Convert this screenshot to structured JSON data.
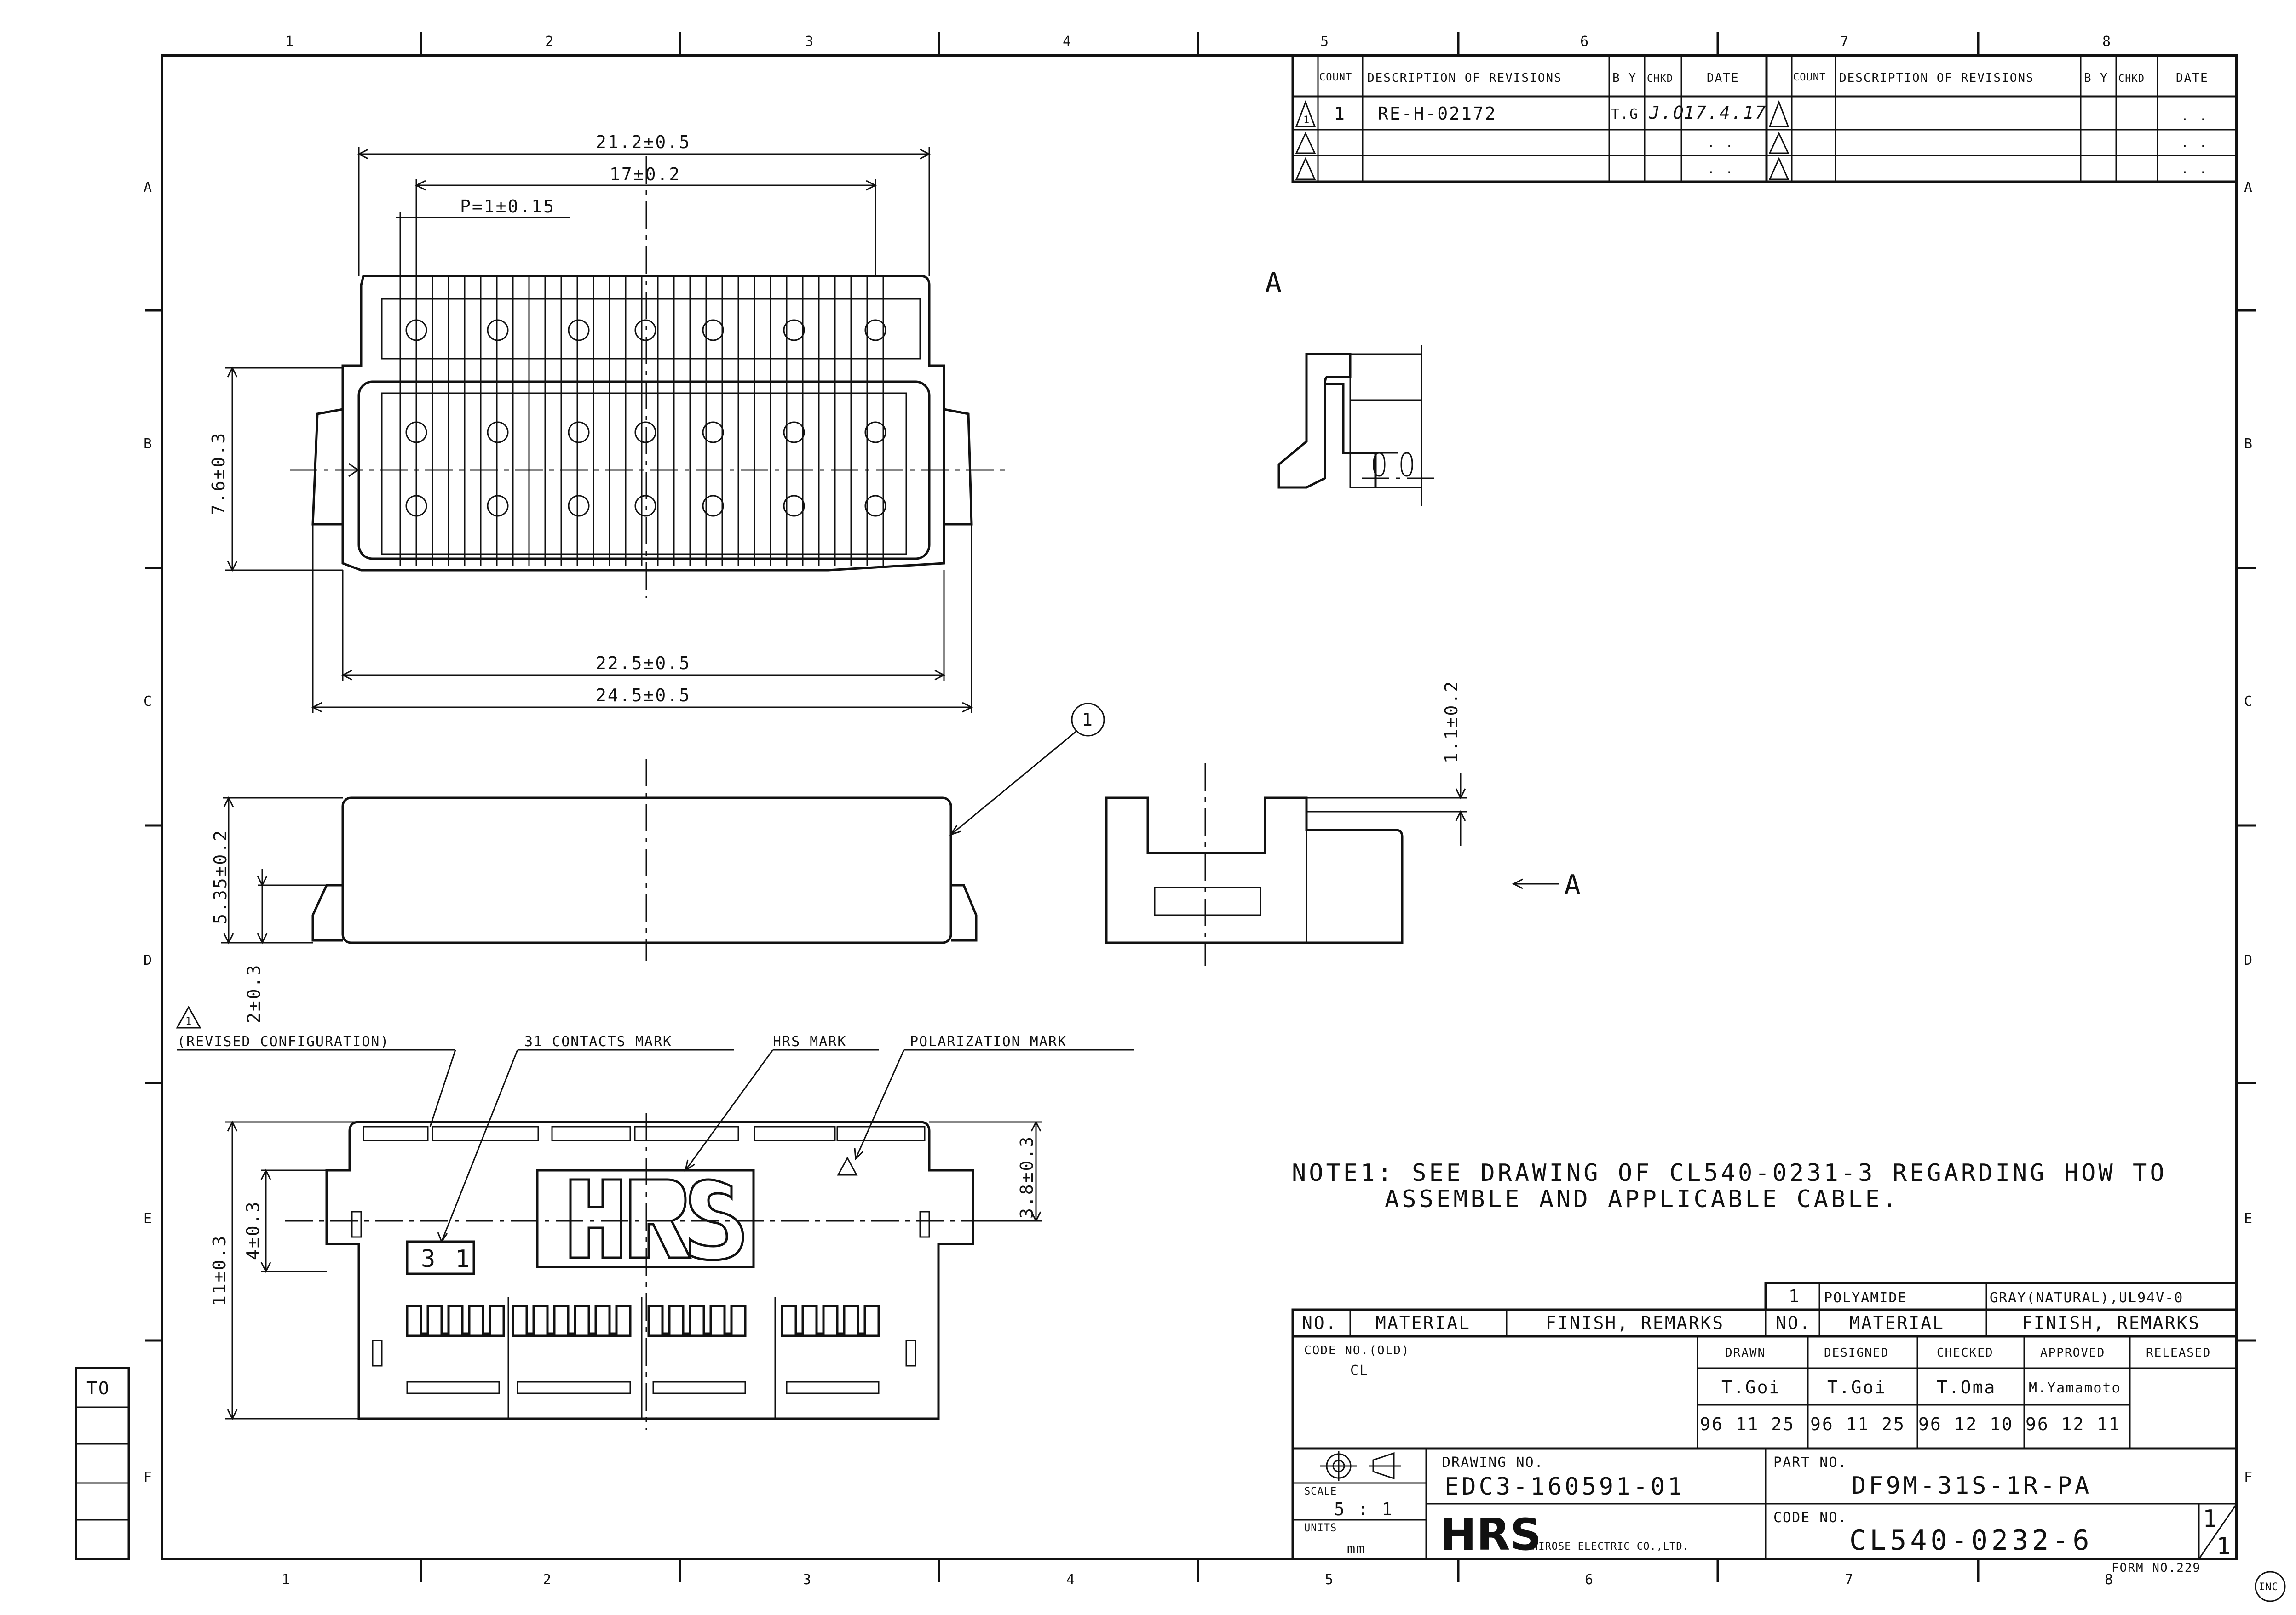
{
  "grid": {
    "columns": [
      "1",
      "2",
      "3",
      "4",
      "5",
      "6",
      "7",
      "8"
    ],
    "rows": [
      "A",
      "B",
      "C",
      "D",
      "E",
      "F"
    ]
  },
  "revision_table": {
    "headers": {
      "count": "COUNT",
      "description": "DESCRIPTION OF REVISIONS",
      "by": "B Y",
      "chkd": "CHKD",
      "date": "DATE"
    },
    "left_rows": [
      {
        "mark": "1",
        "count": "1",
        "description": "RE-H-02172",
        "by": "T.G",
        "chkd": "J.O",
        "date": "17.4.17"
      },
      {
        "mark": "",
        "count": "",
        "description": "",
        "by": "",
        "chkd": "",
        "date": ". ."
      },
      {
        "mark": "",
        "count": "",
        "description": "",
        "by": "",
        "chkd": "",
        "date": ". ."
      }
    ],
    "right_rows": [
      {
        "date": ". ."
      },
      {
        "date": ". ."
      },
      {
        "date": ". ."
      }
    ]
  },
  "dimensions": {
    "d1": "21.2±0.5",
    "d2": "17±0.2",
    "d3": "P=1±0.15",
    "d4": "7.6±0.3",
    "d5": "22.5±0.5",
    "d6": "24.5±0.5",
    "d7": "5.35±0.2",
    "d8": "2±0.3",
    "d9": "1.1±0.2",
    "d10": "11±0.3",
    "d11": "4±0.3",
    "d12": "3.8±0.3"
  },
  "view_labels": {
    "view_a": "A",
    "arrow_a": "A",
    "balloon": "1"
  },
  "callouts": {
    "revised": "(REVISED CONFIGURATION)",
    "contacts": "31 CONTACTS MARK",
    "hrs": "HRS MARK",
    "polarization": "POLARIZATION MARK",
    "contacts_box": "3 1",
    "rev_mark": "1"
  },
  "note": {
    "line1": "NOTE1: SEE DRAWING OF CL540-0231-3 REGARDING HOW TO",
    "line2": "ASSEMBLE AND APPLICABLE CABLE."
  },
  "parts_list": {
    "row": {
      "no": "1",
      "material": "POLYAMIDE",
      "finish": "GRAY(NATURAL),UL94V-0"
    },
    "headers": {
      "no": "NO.",
      "material": "MATERIAL",
      "finish": "FINISH, REMARKS"
    }
  },
  "title_block": {
    "code_old_label": "CODE NO.(OLD)",
    "code_old_value": "CL",
    "drawn_label": "DRAWN",
    "designed_label": "DESIGNED",
    "checked_label": "CHECKED",
    "approved_label": "APPROVED",
    "released_label": "RELEASED",
    "drawn": "T.Goi",
    "designed": "T.Goi",
    "checked": "T.Oma",
    "approved": "M.Yamamoto",
    "drawn_date": "96 11 25",
    "designed_date": "96 11 25",
    "checked_date": "96 12 10",
    "approved_date": "96 12 11",
    "scale_label": "SCALE",
    "scale": "5 : 1",
    "units_label": "UNITS",
    "units": "mm",
    "drawing_no_label": "DRAWING NO.",
    "drawing_no": "EDC3-160591-01",
    "part_no_label": "PART NO.",
    "part_no": "DF9M-31S-1R-PA",
    "code_no_label": "CODE NO.",
    "code_no": "CL540-0232-6",
    "logo": "HRS",
    "company": "HIROSE ELECTRIC CO.,LTD.",
    "sheet_num": "1",
    "sheet_den": "1"
  },
  "margin": {
    "to": "TO",
    "form": "FORM NO.229",
    "inc": "INC"
  }
}
